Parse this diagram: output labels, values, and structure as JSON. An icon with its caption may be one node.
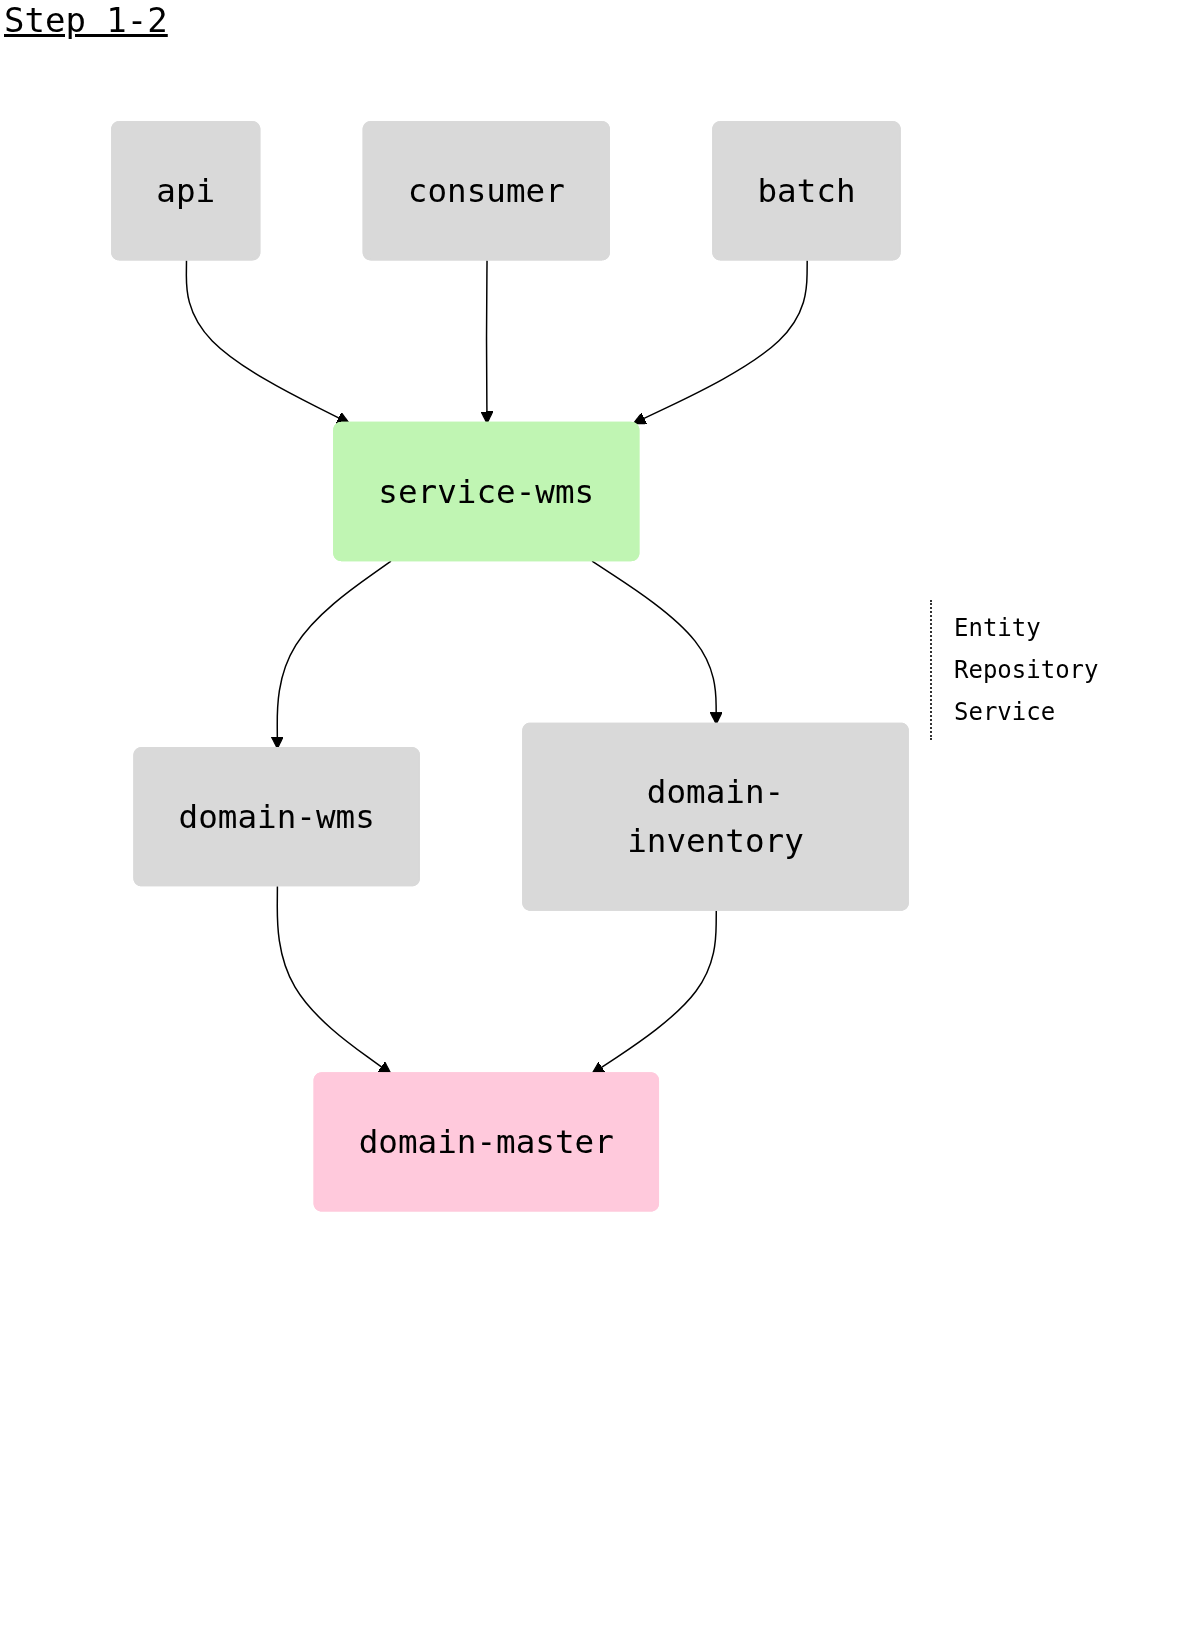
{
  "diagram": {
    "title": "Step 1-2",
    "nodes": [
      {
        "text": [
          "api"
        ]
      },
      {
        "text": [
          "consumer"
        ]
      },
      {
        "text": [
          "batch"
        ]
      },
      {
        "text": [
          "service-wms"
        ]
      },
      {
        "text": [
          "domain-wms"
        ]
      },
      {
        "text": [
          "domain-inventory"
        ]
      },
      {
        "text": [
          "domain-master"
        ]
      }
    ],
    "edges": [
      {
        "from": 0,
        "to": 3,
        "arrow": "to"
      },
      {
        "from": 1,
        "to": 3,
        "arrow": "to"
      },
      {
        "from": 2,
        "to": 3,
        "arrow": "to"
      },
      {
        "from": 3,
        "to": 4,
        "arrow": "to"
      },
      {
        "from": 3,
        "to": 5,
        "arrow": "to"
      },
      {
        "from": 4,
        "to": 6,
        "arrow": "to"
      },
      {
        "from": 5,
        "to": 6,
        "arrow": "to"
      }
    ],
    "labels": [
      "Entity",
      "Repository",
      "Service"
    ]
  }
}
